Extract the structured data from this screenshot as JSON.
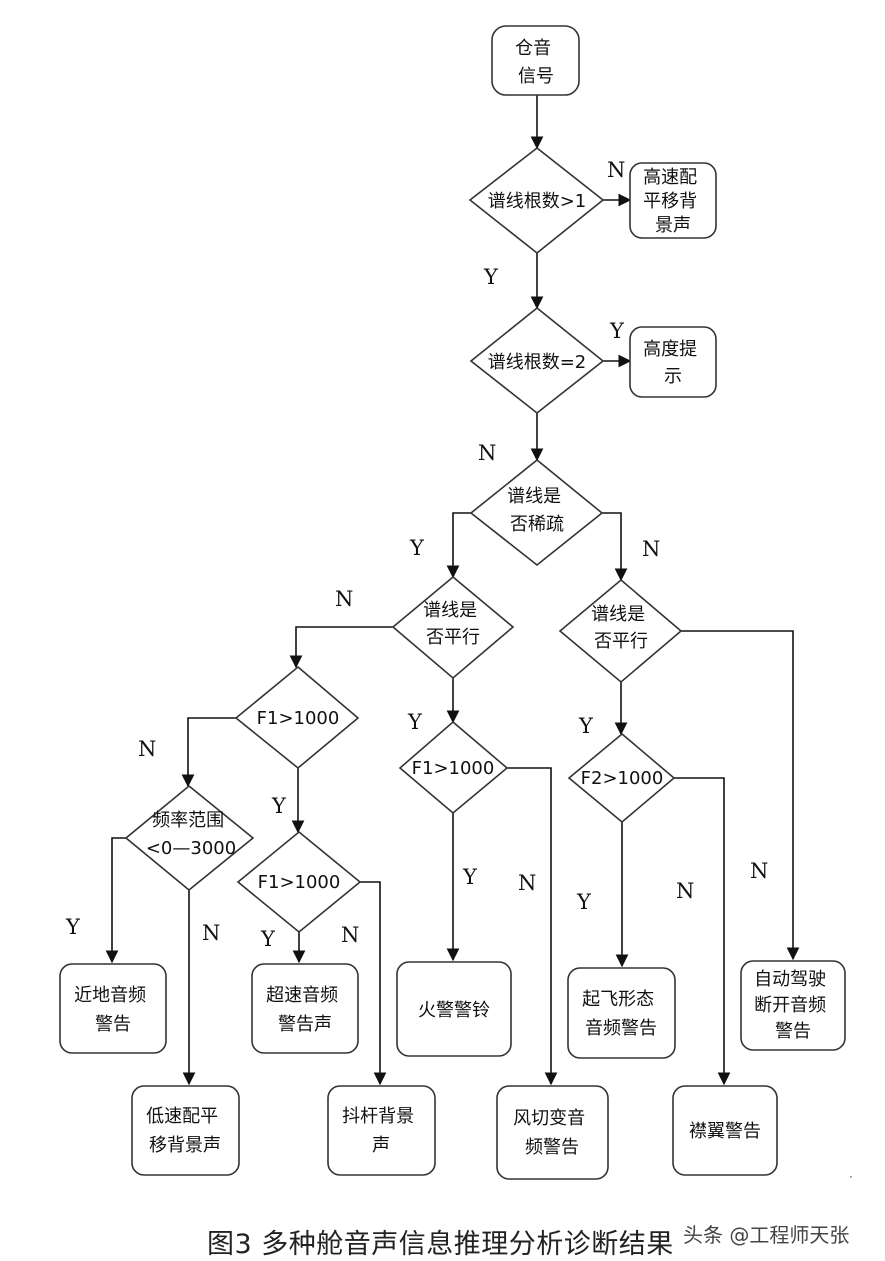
{
  "nodes": {
    "start": [
      "仓音",
      "信号"
    ],
    "d_lines_gt1": [
      "谱线根数>1"
    ],
    "r_high_speed_bg": [
      "高速配",
      "平移背",
      "景声"
    ],
    "d_lines_eq2": [
      "谱线根数=2"
    ],
    "r_altitude": [
      "高度提",
      "示"
    ],
    "d_sparse": [
      "谱线是",
      "否稀疏"
    ],
    "d_parallel_left": [
      "谱线是",
      "否平行"
    ],
    "d_parallel_right": [
      "谱线是",
      "否平行"
    ],
    "d_f1_left": [
      "F1>1000"
    ],
    "d_f1_mid": [
      "F1>1000"
    ],
    "d_f1_center": [
      "F1>1000"
    ],
    "d_f2": [
      "F2>1000"
    ],
    "d_freq_range": [
      "频率范围",
      "<0—3000"
    ],
    "r_ground_proximity": [
      "近地音频",
      "警告"
    ],
    "r_low_speed_bg": [
      "低速配平",
      "移背景声"
    ],
    "r_overspeed": [
      "超速音频",
      "警告声"
    ],
    "r_stick_shaker": [
      "抖杆背景",
      "声"
    ],
    "r_fire_bell": [
      "火警警铃"
    ],
    "r_windshear": [
      "风切变音",
      "频警告"
    ],
    "r_takeoff_config": [
      "起飞形态",
      "音频警告"
    ],
    "r_flap": [
      "襟翼警告"
    ],
    "r_autopilot": [
      "自动驾驶",
      "断开音频",
      "警告"
    ]
  },
  "edge_labels": {
    "lines_gt1_no": "N",
    "lines_gt1_yes": "Y",
    "lines_eq2_yes": "Y",
    "lines_eq2_no": "N",
    "sparse_yes": "Y",
    "sparse_no": "N",
    "parallel_left_no": "N",
    "parallel_left_yes": "Y",
    "parallel_right_yes": "Y",
    "parallel_right_no": "N",
    "f1_left_no": "N",
    "f1_left_yes": "Y",
    "freq_yes": "Y",
    "freq_no": "N",
    "f1_mid_yes": "Y",
    "f1_mid_no": "N",
    "f1_center_yes": "Y",
    "f1_center_no": "N",
    "f2_yes": "Y",
    "f2_no": "N"
  },
  "caption": "图3 多种舱音声信息推理分析诊断结果",
  "watermark": "头条 @工程师天张"
}
